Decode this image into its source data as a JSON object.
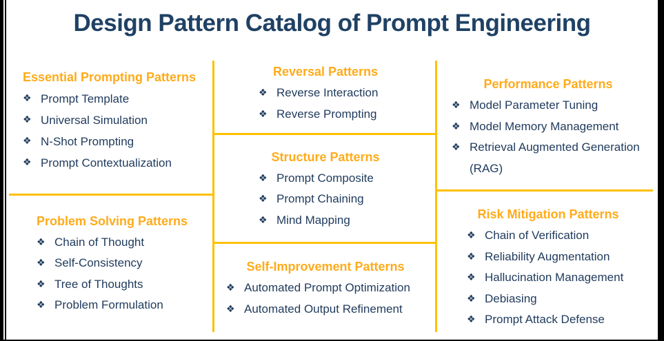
{
  "title": "Design Pattern Catalog of Prompt Engineering",
  "icons": {
    "bullet": "❖"
  },
  "colors": {
    "title": "#1F4164",
    "heading": "#FFAB1A",
    "body": "#1F3A5C",
    "line": "#FFC000",
    "frame": "#000000"
  },
  "sections": {
    "essential": {
      "heading": "Essential Prompting Patterns",
      "items": [
        "Prompt Template",
        "Universal Simulation",
        "N-Shot Prompting",
        "Prompt Contextualization"
      ]
    },
    "problem_solving": {
      "heading": "Problem Solving Patterns",
      "items": [
        "Chain of Thought",
        "Self-Consistency",
        "Tree of Thoughts",
        "Problem Formulation"
      ]
    },
    "reversal": {
      "heading": "Reversal Patterns",
      "items": [
        "Reverse Interaction",
        "Reverse Prompting"
      ]
    },
    "structure": {
      "heading": "Structure Patterns",
      "items": [
        "Prompt Composite",
        "Prompt Chaining",
        "Mind Mapping"
      ]
    },
    "self_improvement": {
      "heading": "Self-Improvement Patterns",
      "items": [
        "Automated Prompt Optimization",
        "Automated Output Refinement"
      ]
    },
    "performance": {
      "heading": "Performance Patterns",
      "items": [
        "Model Parameter Tuning",
        "Model Memory Management",
        "Retrieval Augmented Generation (RAG)"
      ]
    },
    "risk_mitigation": {
      "heading": "Risk Mitigation Patterns",
      "items": [
        "Chain of Verification",
        "Reliability Augmentation",
        "Hallucination Management",
        "Debiasing",
        "Prompt Attack Defense"
      ]
    }
  }
}
